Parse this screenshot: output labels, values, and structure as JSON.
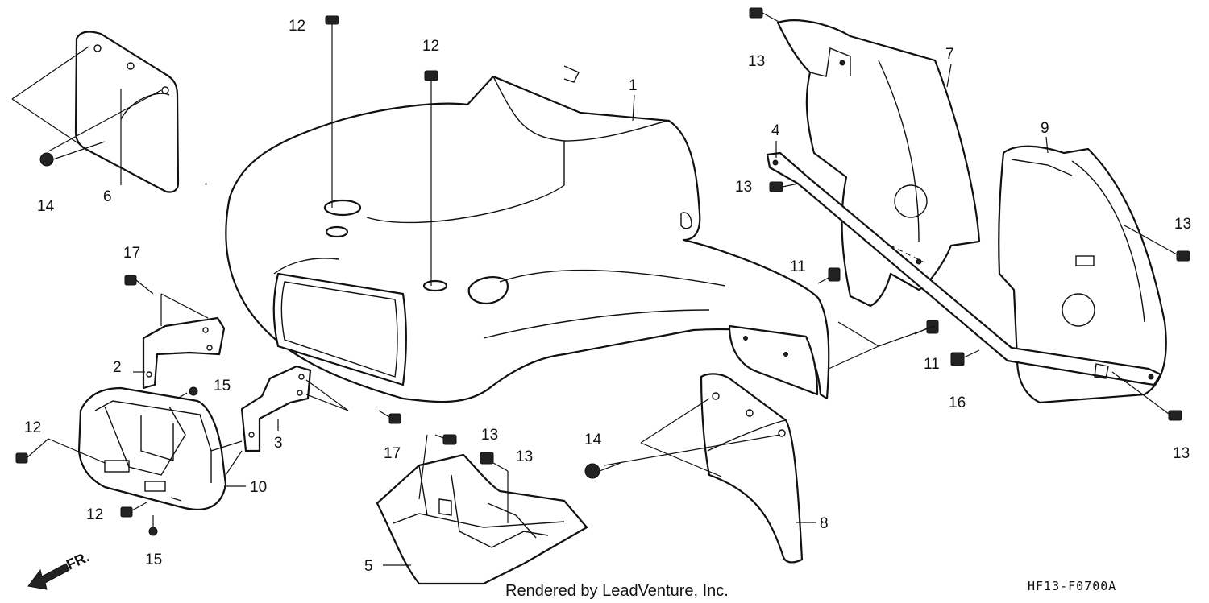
{
  "callouts": {
    "c1": "1",
    "c2": "2",
    "c3": "3",
    "c4": "4",
    "c5": "5",
    "c6": "6",
    "c7": "7",
    "c8": "8",
    "c9": "9",
    "c10": "10",
    "c11a": "11",
    "c11b": "11",
    "c12a": "12",
    "c12b": "12",
    "c12c": "12",
    "c12d": "12",
    "c13a": "13",
    "c13b": "13",
    "c13c": "13",
    "c13d": "13",
    "c13e": "13",
    "c13f": "13",
    "c14a": "14",
    "c14b": "14",
    "c15a": "15",
    "c15b": "15",
    "c16": "16",
    "c17a": "17",
    "c17b": "17"
  },
  "footer": {
    "credit": "Rendered by LeadVenture, Inc.",
    "code": "HF13-F0700A",
    "direction": "FR."
  },
  "colors": {
    "ink": "#111111",
    "background": "#ffffff"
  }
}
